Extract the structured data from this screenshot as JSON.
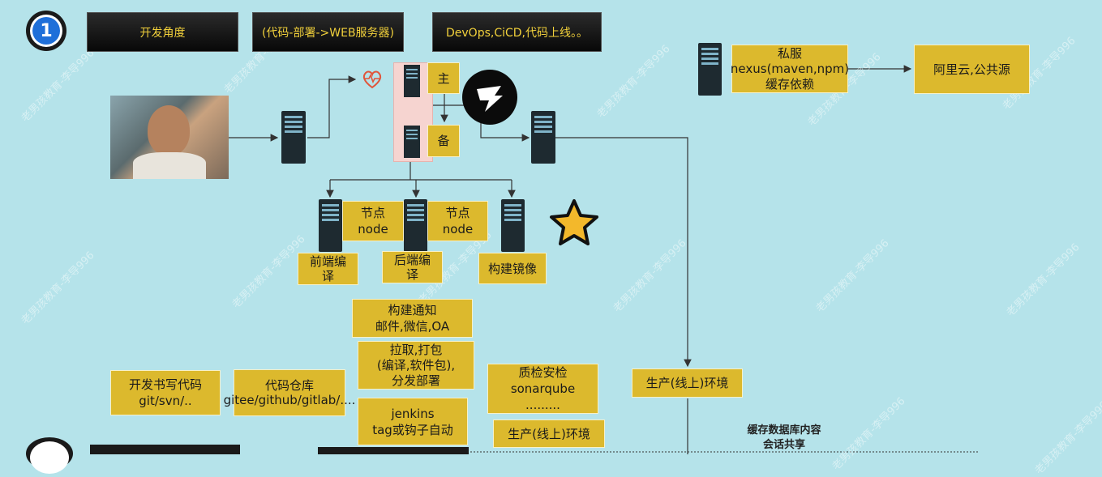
{
  "badge": {
    "number": "1"
  },
  "header": {
    "dev_angle": "开发角度",
    "code_flow": "(代码-部署->WEB服务器)",
    "devops": "DevOps,CiCD,代码上线。。"
  },
  "nexus": {
    "label": "私服\nnexus(maven,npm)缓存依赖",
    "aliyun": "阿里云,公共源"
  },
  "ha": {
    "master": "主",
    "backup": "备"
  },
  "nodes": {
    "node1": "节点\nnode",
    "node2": "节点\nnode",
    "frontend": "前端编\n译",
    "backend": "后端编\n译",
    "image": "构建镜像"
  },
  "flow": {
    "notify": "构建通知\n邮件,微信,OA",
    "pull": "拉取,打包\n(编译,软件包),\n分发部署",
    "dev_code": "开发书写代码\ngit/svn/..",
    "repo": "代码仓库\ngitee/github/gitlab/....",
    "jenkins": "jenkins\ntag或钩子自动",
    "quality": "质检安检\nsonarqube\n.........",
    "prod_small": "生产(线上)环境",
    "prod_right": "生产(线上)环境"
  },
  "cache": {
    "line1": "缓存数据库内容",
    "line2": "会话共享"
  },
  "watermark": "老男孩教育-李导996",
  "colors": {
    "background": "#b5e3ea",
    "box": "#dcb92d",
    "dark": "#111111",
    "accent": "#1f6fd9"
  }
}
